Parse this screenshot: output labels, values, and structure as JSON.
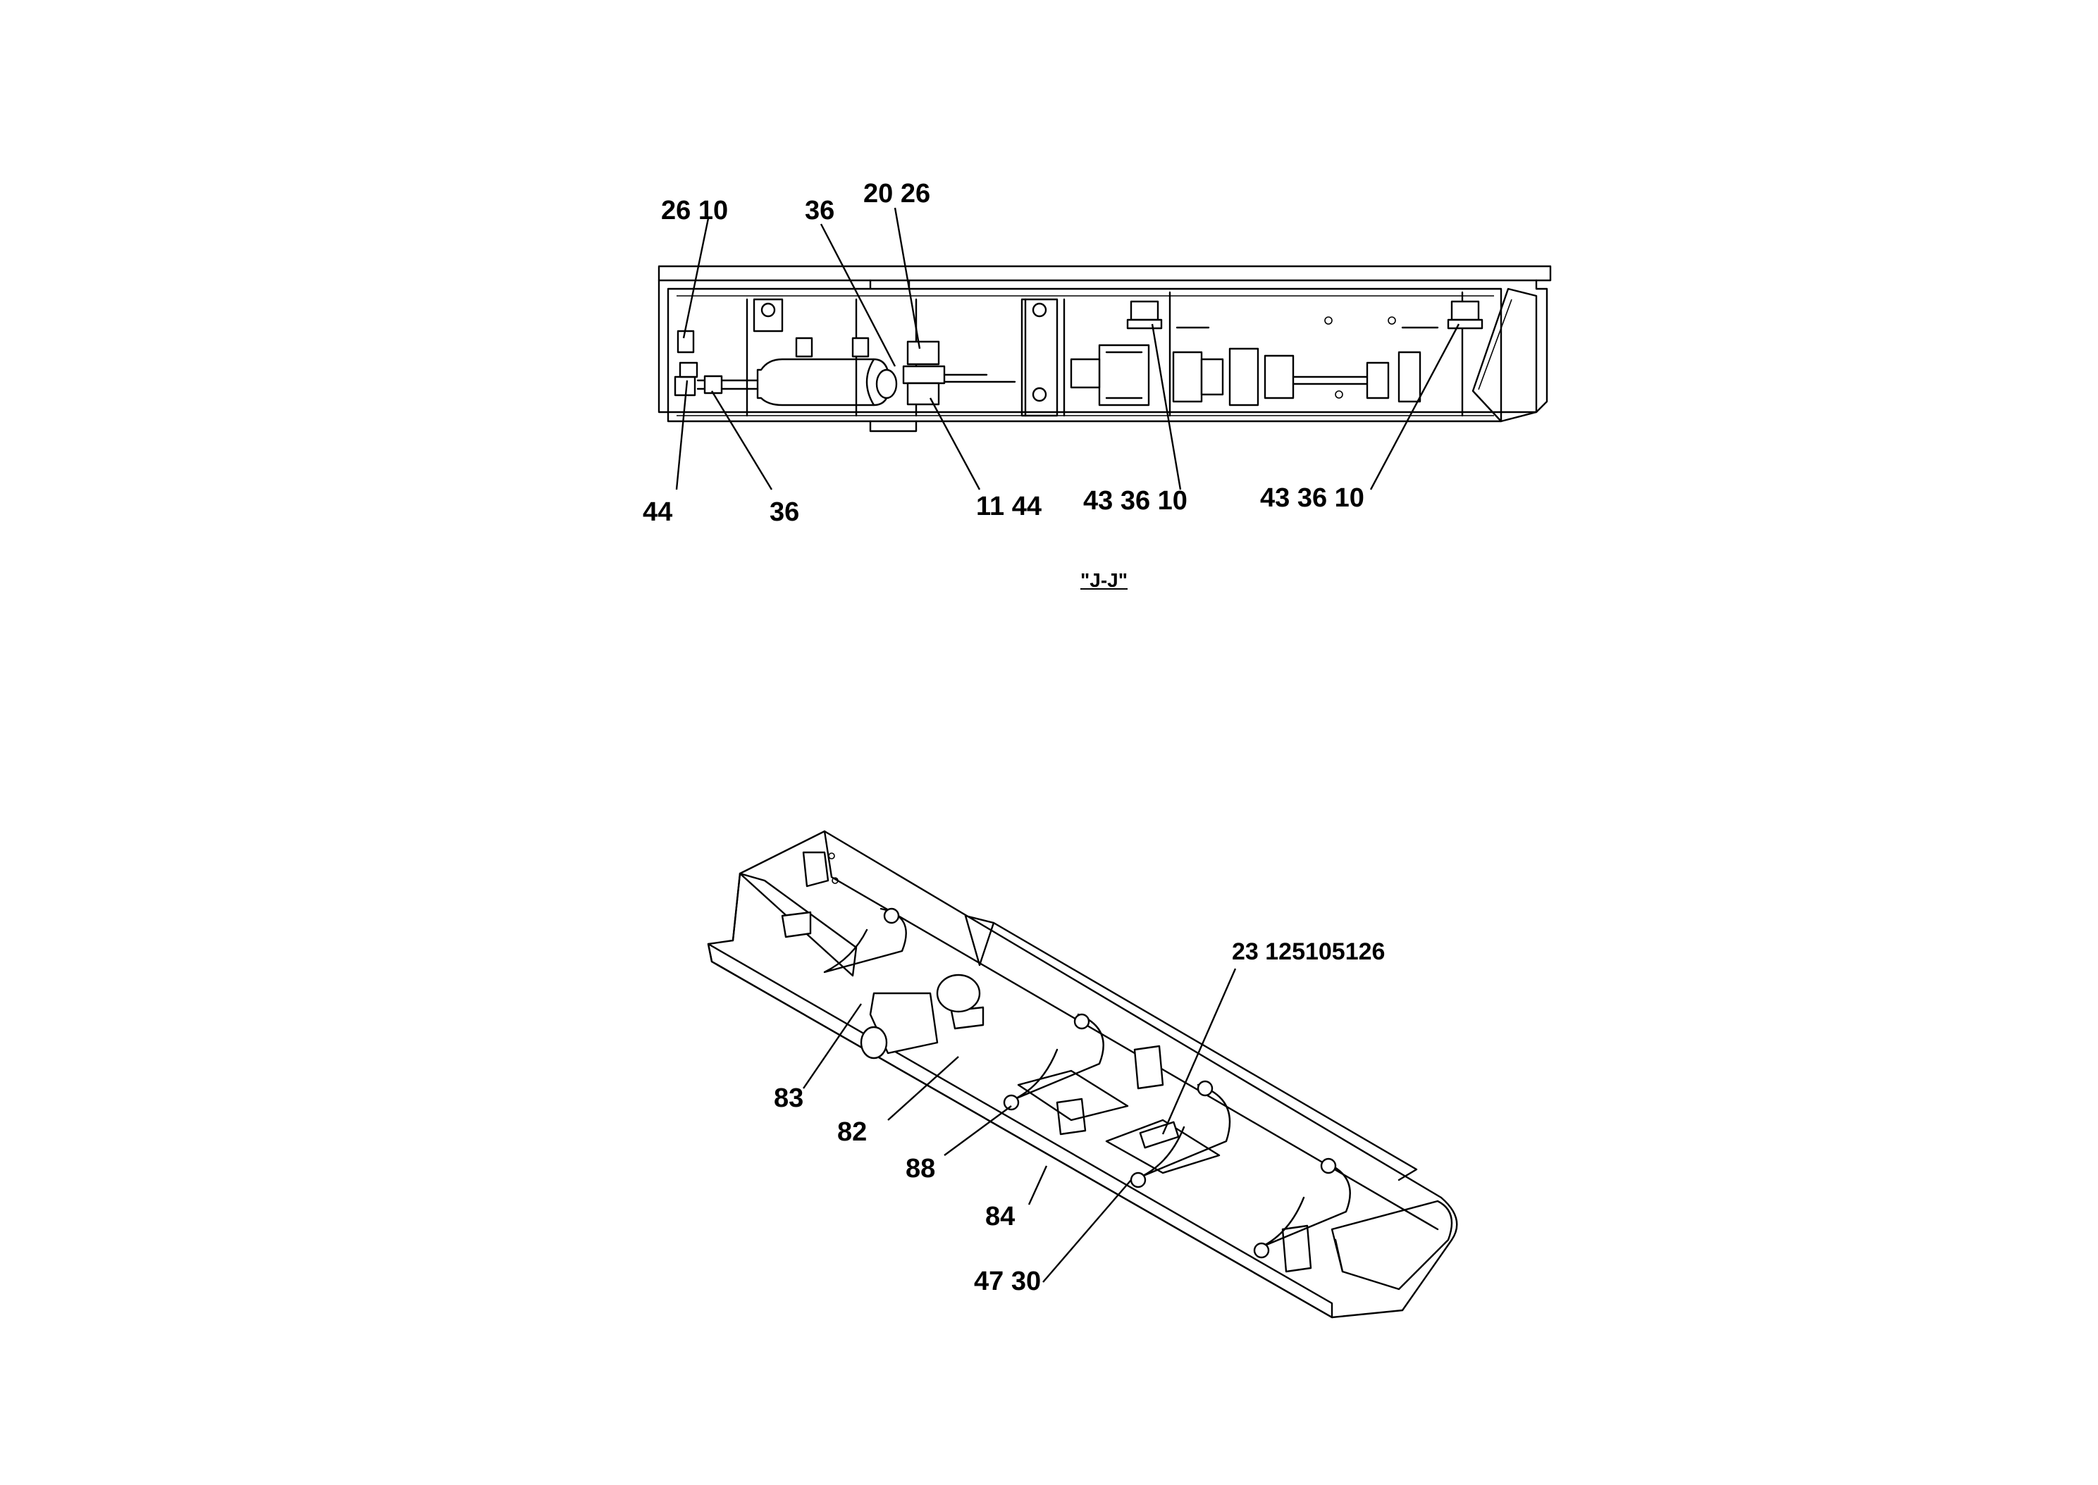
{
  "colors": {
    "line": "#000000",
    "background": "#ffffff"
  },
  "section_view": {
    "label": "\"J-J\"",
    "callouts_top": [
      "26 10",
      "36",
      "20 26"
    ],
    "callouts_bottom": [
      "44",
      "36",
      "11 44",
      "43 36 10",
      "43 36 10"
    ]
  },
  "isometric_view": {
    "callouts": [
      "23 125105126",
      "83",
      "82",
      "88",
      "84",
      "47 30"
    ]
  }
}
